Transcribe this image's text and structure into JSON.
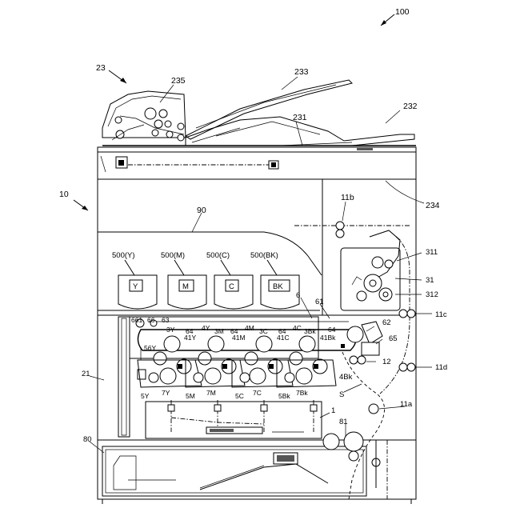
{
  "labels": {
    "device": "100",
    "scanner_unit": "23",
    "document_tray": "233",
    "doc_feeder": "235",
    "platen_cover": "232",
    "platen_glass": "231",
    "scanner_body": "234",
    "main_body": "10",
    "control_unit": "90",
    "toner_y_caption": "500(Y)",
    "toner_m_caption": "500(M)",
    "toner_c_caption": "500(C)",
    "toner_bk_caption": "500(BK)",
    "toner_y_letter": "Y",
    "toner_m_letter": "M",
    "toner_c_letter": "C",
    "toner_bk_letter": "BK",
    "intermediate_unit": "6",
    "belt": "61",
    "belt_roller_a": "661",
    "belt_roller_b": "66",
    "belt_roller_c": "63",
    "drum_y": "3Y",
    "dev_y_64": "64",
    "dev_4y": "4Y",
    "drum_m": "3M",
    "dev_m_64": "64",
    "dev_4m": "4M",
    "drum_c": "3C",
    "dev_c_64": "64",
    "dev_4c": "4C",
    "drum_bk": "3Bk",
    "dev_bk_64": "64",
    "charge_41y": "41Y",
    "charge_41m": "41M",
    "charge_41c": "41C",
    "charge_41bk": "41Bk",
    "cleaner_56y": "56Y",
    "secondary_roller": "62",
    "belt_cleaner": "65",
    "dev_4bk": "4Bk",
    "reg_roller": "12",
    "sheet_path": "S",
    "unit_5y": "5Y",
    "unit_7y": "7Y",
    "unit_5m": "5M",
    "unit_7m": "7M",
    "unit_5c": "5C",
    "unit_7c": "7C",
    "unit_5bk": "5Bk",
    "unit_7bk": "7Bk",
    "exposure_unit": "1",
    "feed_roller": "81",
    "paper_cassette": "80",
    "side_door": "21",
    "roller_11a": "11a",
    "roller_11b": "11b",
    "roller_11c": "11c",
    "roller_11d": "11d",
    "fixing_unit": "31",
    "fixing_311": "311",
    "fixing_312": "312"
  }
}
